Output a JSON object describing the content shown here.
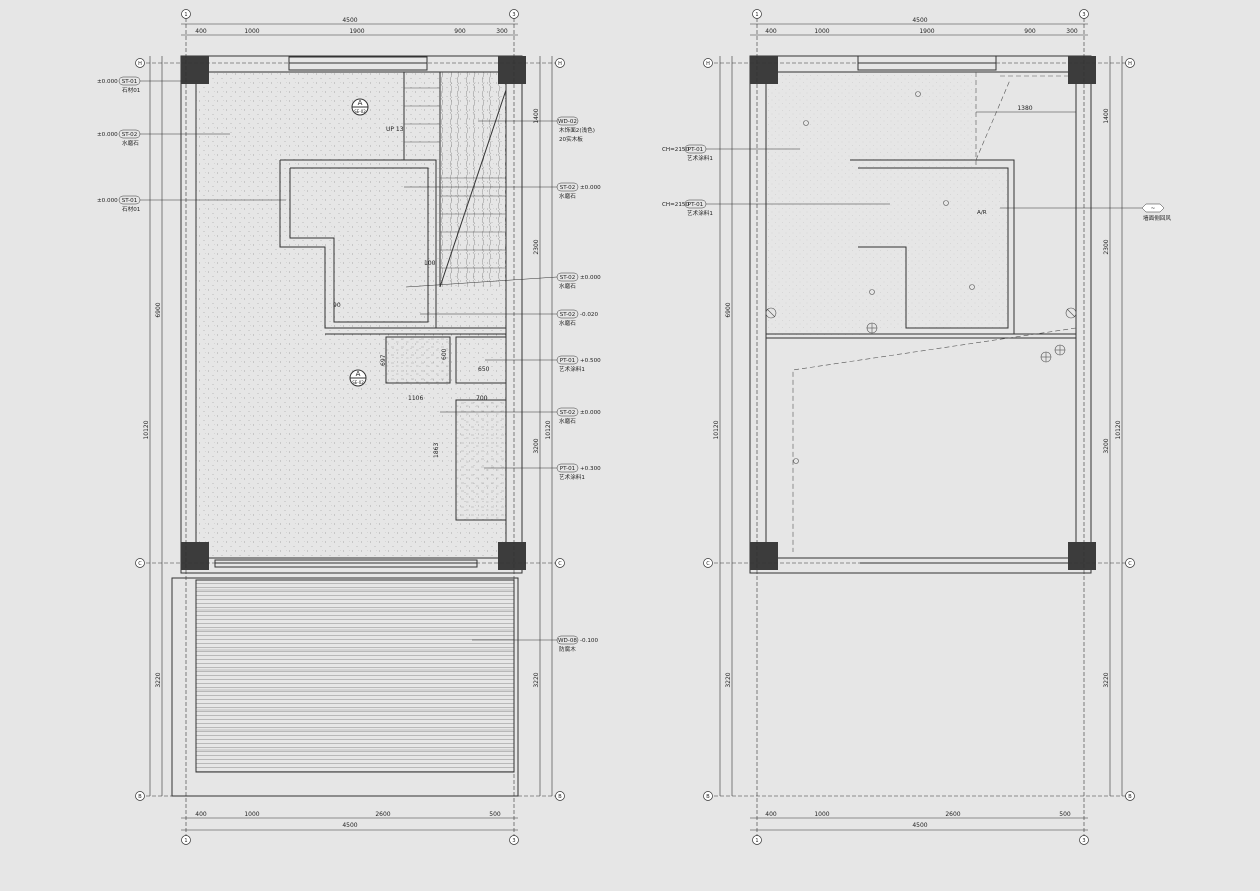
{
  "grid_labels": {
    "h": "H",
    "c": "C",
    "b": "B",
    "one": "1",
    "three": "3"
  },
  "plan1": {
    "top_dims": {
      "total": "4500",
      "parts": [
        "400",
        "1000",
        "1900",
        "900",
        "300"
      ]
    },
    "bottom_dims": {
      "total": "4500",
      "parts": [
        "400",
        "1000",
        "2600",
        "500"
      ]
    },
    "left_dims": {
      "upper": "6900",
      "lower": "3220",
      "total": "10120"
    },
    "right_dims": {
      "a": "1400",
      "b": "2300",
      "c": "3200",
      "d": "3220",
      "total": "10120"
    },
    "inner_dims": {
      "d697": "697",
      "d600": "600",
      "d650": "650",
      "d1106": "1106",
      "d700": "700",
      "d1863": "1863",
      "d90": "90",
      "d100": "100"
    },
    "up_text": "UP 13",
    "section_marker": {
      "letter": "A",
      "ref": "SE-02"
    },
    "labels_left": [
      {
        "level": "±0.000",
        "code": "ST-01",
        "name": "石材01"
      },
      {
        "level": "±0.000",
        "code": "ST-02",
        "name": "水磨石"
      },
      {
        "level": "±0.000",
        "code": "ST-01",
        "name": "石材01"
      }
    ],
    "labels_right": [
      {
        "code": "WD-02",
        "level": "",
        "name": "木饰面2(浅色)",
        "name2": "20实木板"
      },
      {
        "code": "ST-02",
        "level": "±0.000",
        "name": "水磨石",
        "name2": ""
      },
      {
        "code": "ST-02",
        "level": "±0.000",
        "name": "水磨石",
        "name2": ""
      },
      {
        "code": "ST-02",
        "level": "-0.020",
        "name": "水磨石",
        "name2": ""
      },
      {
        "code": "PT-01",
        "level": "+0.500",
        "name": "艺术涂料1",
        "name2": ""
      },
      {
        "code": "ST-02",
        "level": "±0.000",
        "name": "水磨石",
        "name2": ""
      },
      {
        "code": "PT-01",
        "level": "+0.300",
        "name": "艺术涂料1",
        "name2": ""
      },
      {
        "code": "WD-08",
        "level": "-0.100",
        "name": "防腐木",
        "name2": ""
      }
    ]
  },
  "plan2": {
    "top_dims": {
      "total": "4500",
      "parts": [
        "400",
        "1000",
        "1900",
        "900",
        "300"
      ]
    },
    "bottom_dims": {
      "total": "4500",
      "parts": [
        "400",
        "1000",
        "2600",
        "500"
      ]
    },
    "left_dims": {
      "upper": "6900",
      "lower": "3220",
      "total": "10120"
    },
    "right_dims": {
      "a": "1400",
      "b": "2300",
      "c": "3200",
      "d": "3220",
      "total": "10120"
    },
    "dim_1380": "1380",
    "ar_label": "A/R",
    "labels_left": [
      {
        "ch": "CH=2150",
        "code": "PT-01",
        "name": "艺术涂料1"
      },
      {
        "ch": "CH=2150",
        "code": "PT-01",
        "name": "艺术涂料1"
      }
    ],
    "label_right": {
      "code": "~",
      "name": "墙面侧回风"
    }
  }
}
